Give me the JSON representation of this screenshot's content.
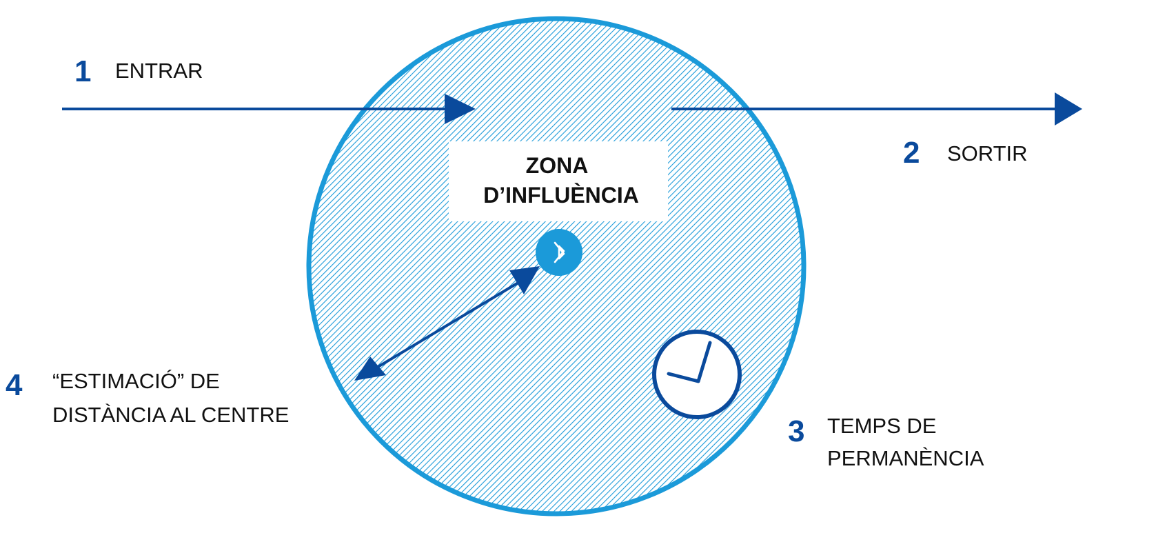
{
  "colors": {
    "dark_blue": "#0a4a9c",
    "circle_blue": "#1b9ad9",
    "hatch_blue": "#1b9ad9",
    "label_text": "#111111",
    "background": "#ffffff"
  },
  "steps": [
    {
      "number": "1",
      "lines": [
        "ENTRAR"
      ]
    },
    {
      "number": "2",
      "lines": [
        "SORTIR"
      ]
    },
    {
      "number": "3",
      "lines": [
        "TEMPS DE",
        "PERMANÈNCIA"
      ]
    },
    {
      "number": "4",
      "lines": [
        "“ESTIMACIÓ” DE",
        "DISTÀNCIA AL CENTRE"
      ]
    }
  ],
  "zone": {
    "title_lines": [
      "ZONA",
      "D’INFLUÈNCIA"
    ],
    "pattern": "diagonal-hatch"
  },
  "icons": {
    "center": "bluetooth-icon",
    "dwell": "clock-icon"
  }
}
